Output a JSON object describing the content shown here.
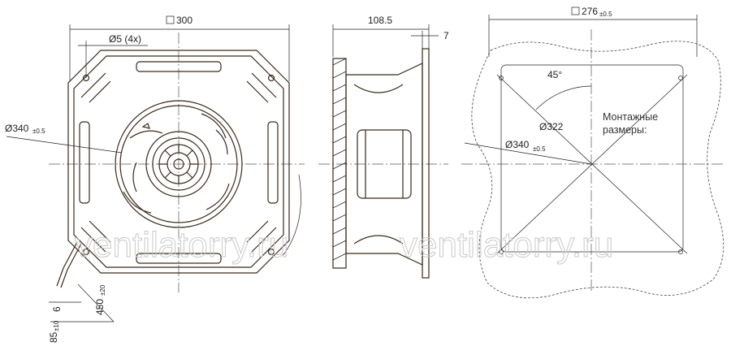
{
  "front_view": {
    "square_symbol": "□",
    "width_dim": "300",
    "hole_dim": "Ø5 (4x)",
    "diameter_main": "Ø340",
    "diameter_tol": "±0.5",
    "cable_dims": {
      "d6": "6",
      "d450": "450",
      "d450_tol": "±20",
      "d85": "85",
      "d85_tol": "±10"
    }
  },
  "side_view": {
    "depth_dim": "108.5",
    "flange_dim": "7"
  },
  "mounting_view": {
    "square_symbol": "□",
    "width_dim": "276",
    "width_tol": "±0.5",
    "angle": "45°",
    "d322": "Ø322",
    "d340": "Ø340",
    "d340_tol": "±0.5",
    "note_line1": "Монтажные",
    "note_line2": "размеры:"
  },
  "watermark": {
    "left": "ventilatorry.ru",
    "right": "ventilatorry.ru"
  },
  "colors": {
    "line": "#222222",
    "part": "#3a2a1a",
    "watermark": "#c9c9c9"
  }
}
